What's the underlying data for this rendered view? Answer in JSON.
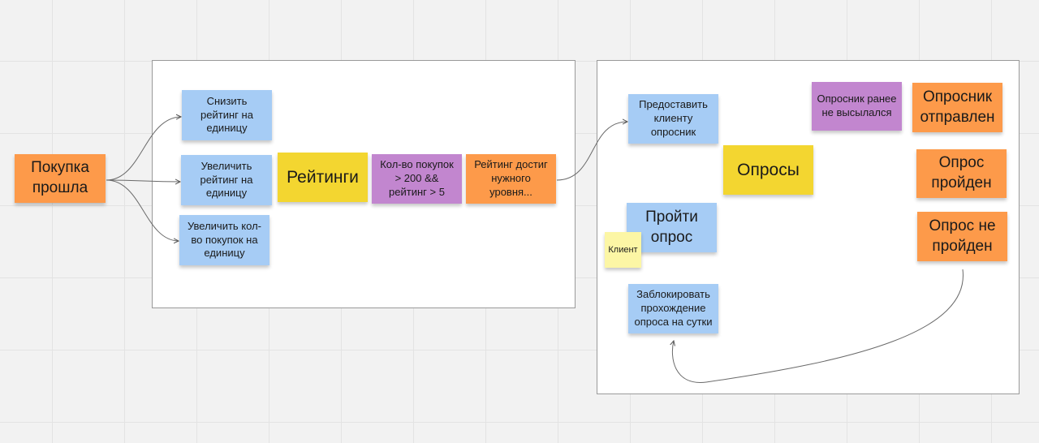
{
  "board": {
    "start_note": "Покупка прошла",
    "ratings_frame": {
      "decrease_note": "Снизить рейтинг на единицу",
      "increase_rating_note": "Увеличить рейтинг на единицу",
      "increase_purchases_note": "Увеличить кол-во покупок на единицу",
      "ratings_title": "Рейтинги",
      "condition_note": "Кол-во покупок > 200 && рейтинг > 5",
      "rating_reached_note": "Рейтинг достиг нужного уровня..."
    },
    "surveys_frame": {
      "provide_survey_note": "Предоставить клиенту опросник",
      "surveys_title": "Опросы",
      "not_sent_note": "Опросник ранее не высылался",
      "sent_note": "Опросник отправлен",
      "passed_note": "Опрос пройден",
      "not_passed_note": "Опрос не пройден",
      "take_survey_note": "Пройти опрос",
      "client_note": "Клиент",
      "block_note": "Заблокировать прохождение опроса на сутки"
    }
  },
  "colors": {
    "blue": "#a6ccf5",
    "orange": "#fd9a4a",
    "yellow": "#f3d630",
    "purple": "#c286cf",
    "light_yellow": "#fcf6a5"
  }
}
